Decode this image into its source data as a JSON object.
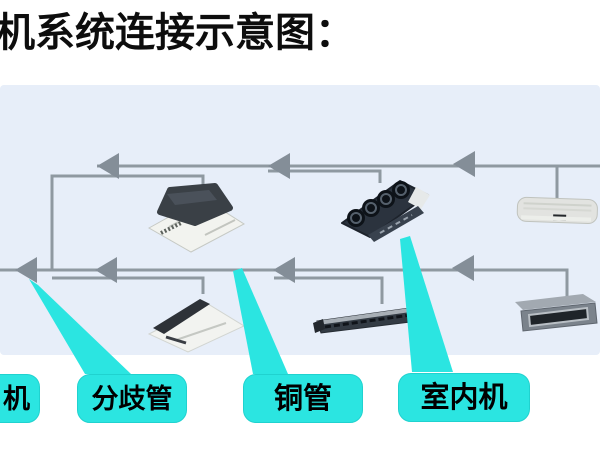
{
  "page": {
    "title": "机系统连接示意图："
  },
  "diagram": {
    "panel_color": "#e7eef9",
    "pipe_color": "#8f99a1",
    "arrow_color": "#848e98",
    "callout_color": "#2be5e1",
    "units": [
      {
        "type": "four-way-cassette-indoor-unit",
        "position": "top-left"
      },
      {
        "type": "four-fan-ceiling-suspended-indoor-unit",
        "position": "top-middle"
      },
      {
        "type": "wall-mounted-indoor-unit",
        "position": "top-right"
      },
      {
        "type": "one-way-cassette-indoor-unit",
        "position": "bottom-left"
      },
      {
        "type": "slim-duct-indoor-unit",
        "position": "bottom-middle"
      },
      {
        "type": "ducted-indoor-unit",
        "position": "bottom-right"
      }
    ],
    "callouts": [
      {
        "label": "机"
      },
      {
        "label": "分歧管"
      },
      {
        "label": "铜管"
      },
      {
        "label": "室内机"
      }
    ]
  }
}
